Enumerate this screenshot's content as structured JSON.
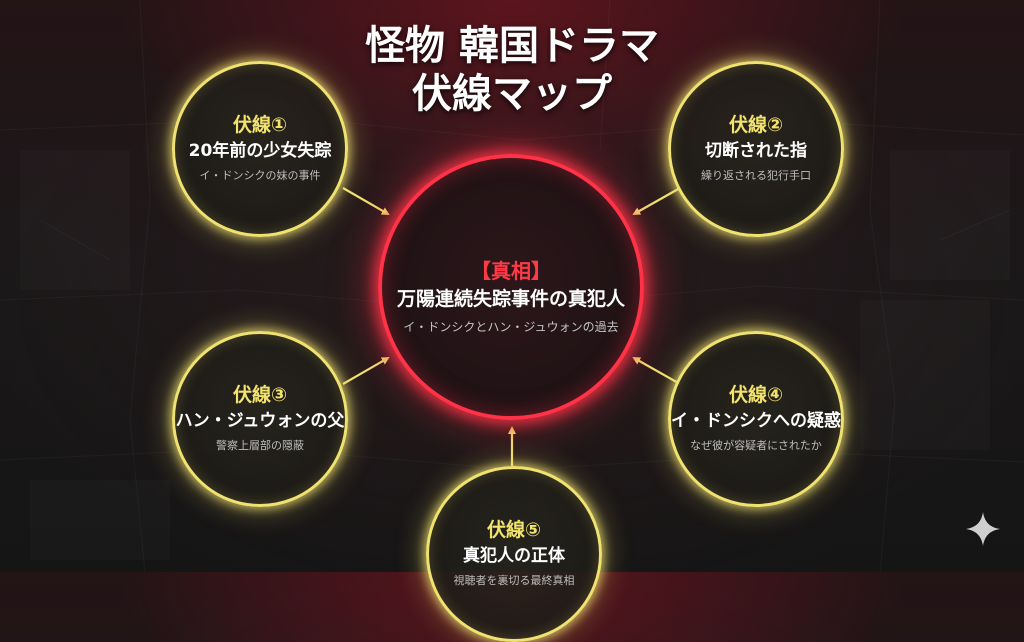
{
  "title": {
    "line1": "怪物 韓国ドラマ",
    "line2": "伏線マップ"
  },
  "center": {
    "label": "【真相】",
    "title": "万陽連続失踪事件の真犯人",
    "subtitle": "イ・ドンシクとハン・ジュウォンの過去"
  },
  "clues": [
    {
      "label": "伏線①",
      "title": "20年前の少女失踪",
      "subtitle": "イ・ドンシクの妹の事件"
    },
    {
      "label": "伏線②",
      "title": "切断された指",
      "subtitle": "繰り返される犯行手口"
    },
    {
      "label": "伏線③",
      "title": "ハン・ジュウォンの父",
      "subtitle": "警察上層部の隠蔽"
    },
    {
      "label": "伏線④",
      "title": "イ・ドンシクへの疑惑",
      "subtitle": "なぜ彼が容疑者にされたか"
    },
    {
      "label": "伏線⑤",
      "title": "真犯人の正体",
      "subtitle": "視聴者を裏切る最終真相"
    }
  ],
  "colors": {
    "clue_ring": "#f0e270",
    "clue_label": "#f2e36e",
    "center_ring": "#ff3247",
    "center_label": "#ff3a48",
    "arrow": "#f0e270"
  },
  "icons": {
    "corner": "sparkle-icon"
  }
}
